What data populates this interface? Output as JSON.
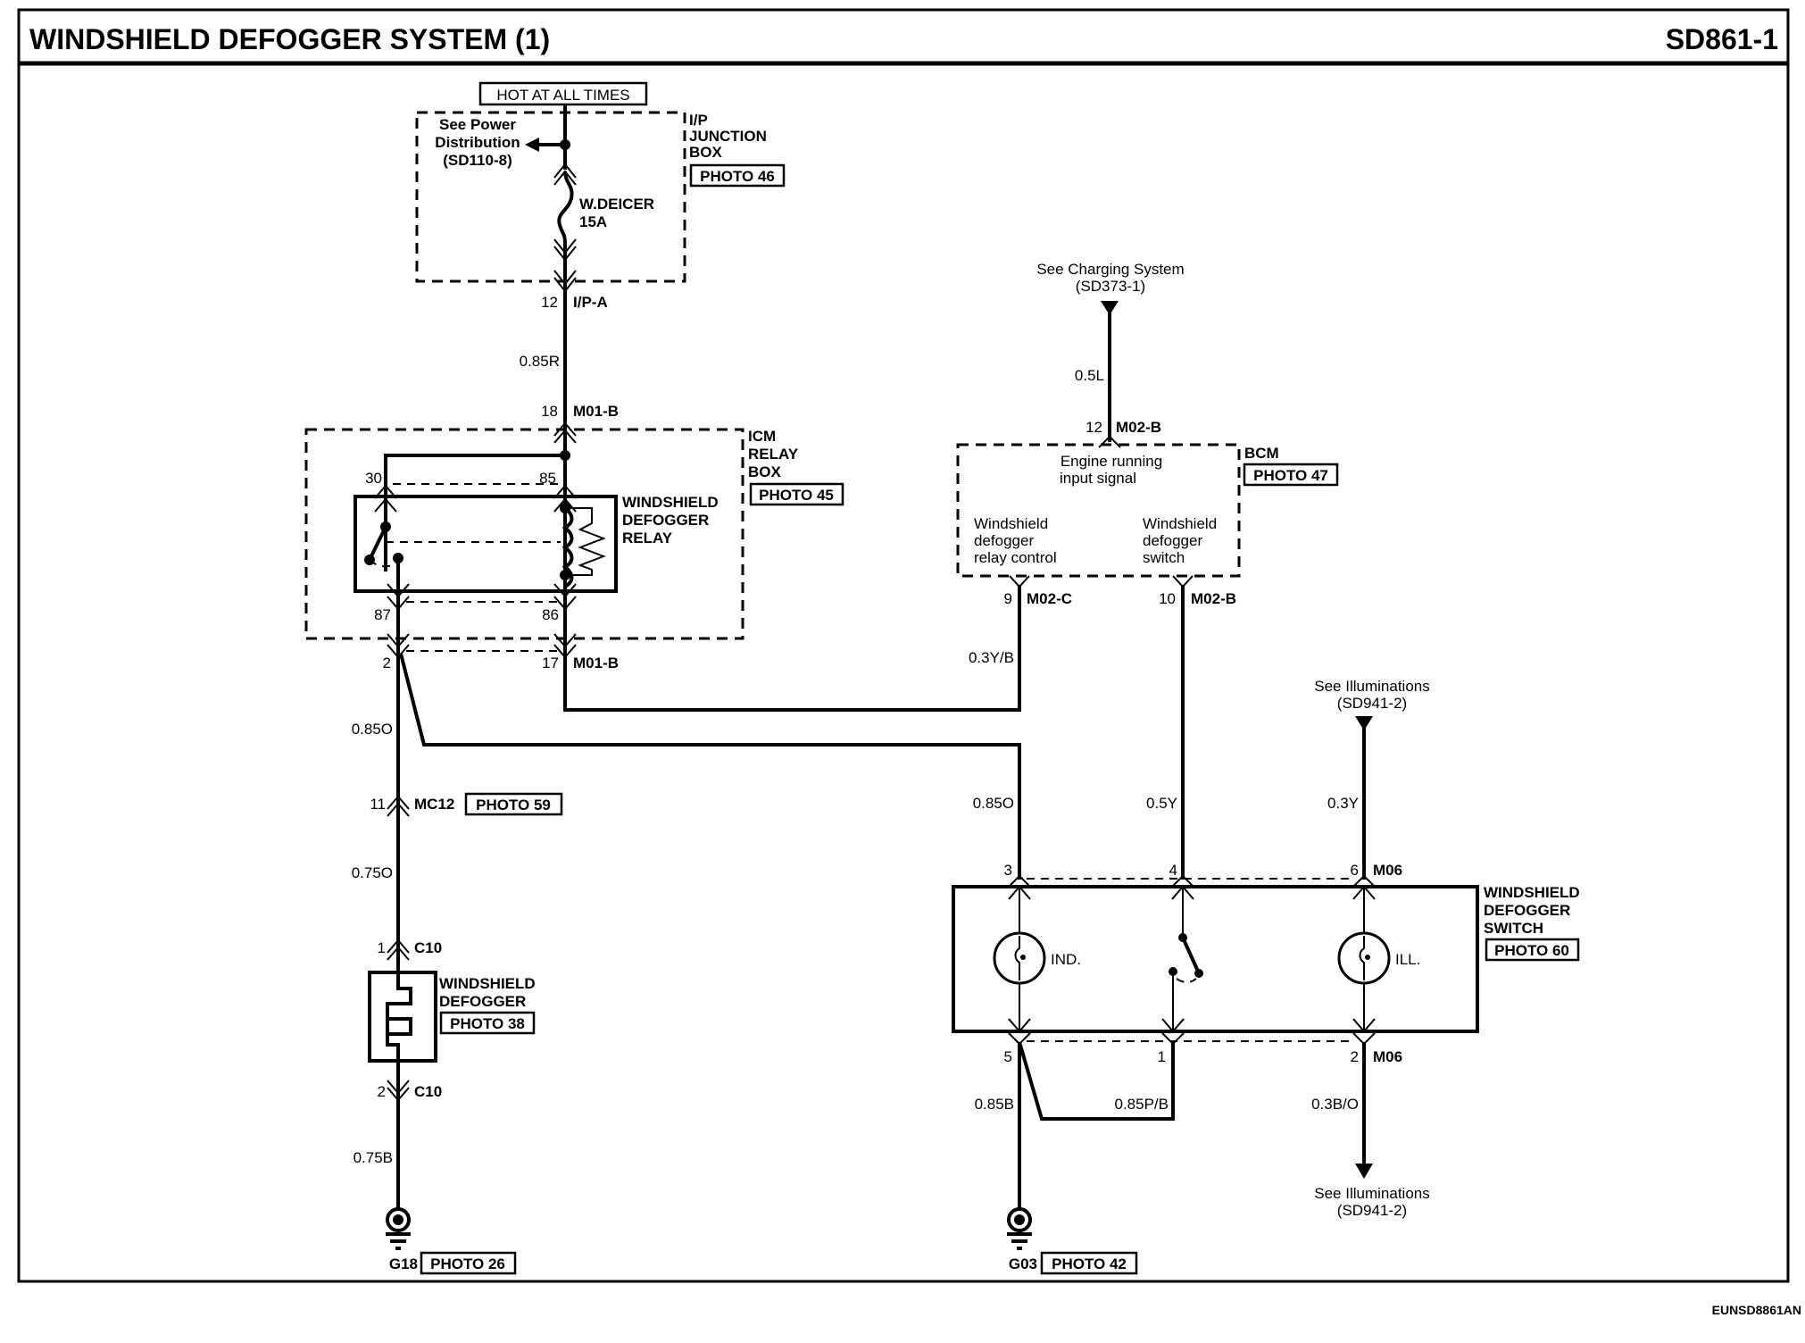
{
  "header": {
    "title": "WINDSHIELD DEFOGGER SYSTEM (1)",
    "page_code": "SD861-1"
  },
  "footer": {
    "image_code": "EUNSD8861AN"
  },
  "power": {
    "label": "HOT AT ALL TIMES"
  },
  "ip_junction_box": {
    "name_lines": [
      "I/P",
      "JUNCTION",
      "BOX"
    ],
    "photo": "PHOTO 46",
    "see_ref_lines": [
      "See Power",
      "Distribution",
      "(SD110-8)"
    ],
    "fuse_lines": [
      "W.DEICER",
      "15A"
    ],
    "connector_pin": "12",
    "connector_name": "I/P-A"
  },
  "wires": {
    "ip_to_relay": "0.85R",
    "relay_to_mc12": "0.85O",
    "mc12_to_defogger": "0.75O",
    "defogger_to_ground": "0.75B",
    "charging_to_bcm": "0.5L",
    "bcm_to_relay": "0.3Y/B",
    "relay_to_switch": "0.85O",
    "bcm_to_switch": "0.5Y",
    "illum_to_switch": "0.3Y",
    "switch_to_ground": "0.85B",
    "switch_pin1": "0.85P/B",
    "switch_to_illum": "0.3B/O"
  },
  "icm_relay_box": {
    "name_lines": [
      "ICM",
      "RELAY",
      "BOX"
    ],
    "photo": "PHOTO 45",
    "relay_name_lines": [
      "WINDSHIELD",
      "DEFOGGER",
      "RELAY"
    ],
    "top_pin": "18",
    "top_connector": "M01-B",
    "pin_30": "30",
    "pin_85": "85",
    "pin_87": "87",
    "pin_86": "86",
    "bottom_left_pin": "2",
    "bottom_right_pin": "17",
    "bottom_right_connector": "M01-B"
  },
  "mc12": {
    "pin": "11",
    "name": "MC12",
    "photo": "PHOTO 59"
  },
  "defogger": {
    "top_pin": "1",
    "top_connector": "C10",
    "bottom_pin": "2",
    "bottom_connector": "C10",
    "name_lines": [
      "WINDSHIELD",
      "DEFOGGER"
    ],
    "photo": "PHOTO 38"
  },
  "ground_left": {
    "name": "G18",
    "photo": "PHOTO 26"
  },
  "ground_right": {
    "name": "G03",
    "photo": "PHOTO 42"
  },
  "charging": {
    "see_lines": [
      "See Charging System",
      "(SD373-1)"
    ]
  },
  "bcm": {
    "name": "BCM",
    "photo": "PHOTO 47",
    "input_pin": "12",
    "input_connector": "M02-B",
    "engine_lines": [
      "Engine running",
      "input signal"
    ],
    "relay_ctrl_lines": [
      "Windshield",
      "defogger",
      "relay control"
    ],
    "switch_lines": [
      "Windshield",
      "defogger",
      "switch"
    ],
    "pin_9": "9",
    "pin_9_connector": "M02-C",
    "pin_10": "10",
    "pin_10_connector": "M02-B"
  },
  "illum_top": {
    "see_lines": [
      "See Illuminations",
      "(SD941-2)"
    ]
  },
  "illum_bottom": {
    "see_lines": [
      "See Illuminations",
      "(SD941-2)"
    ]
  },
  "switch": {
    "name_lines": [
      "WINDSHIELD",
      "DEFOGGER",
      "SWITCH"
    ],
    "photo": "PHOTO 60",
    "pin_3": "3",
    "pin_4": "4",
    "pin_6": "6",
    "top_connector": "M06",
    "pin_5": "5",
    "pin_1": "1",
    "pin_2": "2",
    "bottom_connector": "M06",
    "ind_label": "IND.",
    "ill_label": "ILL."
  }
}
